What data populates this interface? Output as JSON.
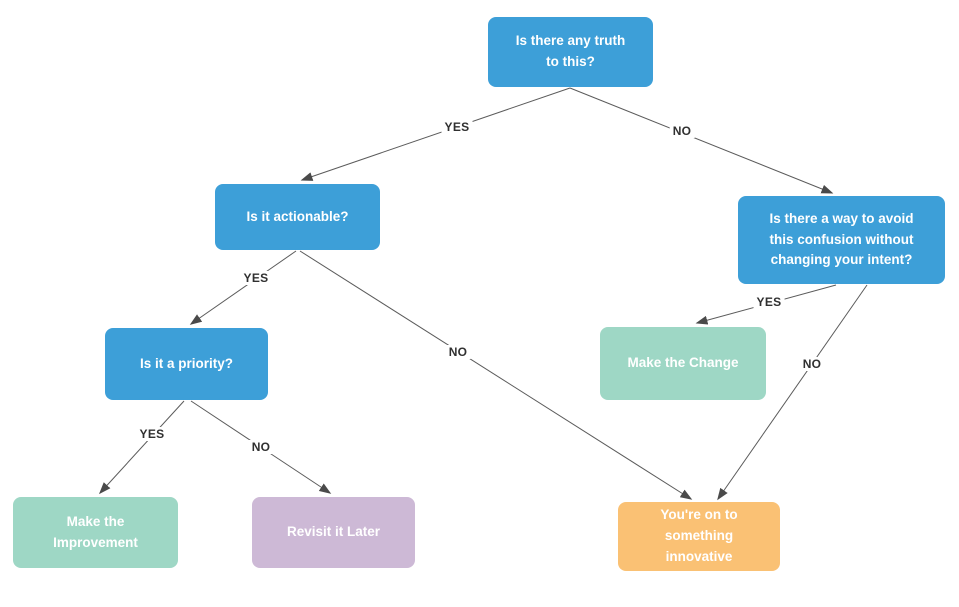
{
  "diagram": {
    "type": "flowchart",
    "background": "#ffffff",
    "colors": {
      "question_node": "#3D9FD8",
      "positive_outcome_node": "#9ED7C5",
      "neutral_outcome_node": "#CDB9D6",
      "highlight_outcome_node": "#FAC174",
      "node_text": "#ffffff",
      "edge_line": "#5b5b5b",
      "edge_arrowhead": "#4a4a4a",
      "edge_label_text": "#303030"
    }
  },
  "nodes": {
    "truth": {
      "label": "Is there any truth\nto this?",
      "color": "#3D9FD8"
    },
    "actionable": {
      "label": "Is it actionable?",
      "color": "#3D9FD8"
    },
    "avoid": {
      "label": "Is there a way to avoid\nthis confusion without\nchanging your intent?",
      "color": "#3D9FD8"
    },
    "priority": {
      "label": "Is it a priority?",
      "color": "#3D9FD8"
    },
    "make_change": {
      "label": "Make the Change",
      "color": "#9ED7C5"
    },
    "make_improvement": {
      "label": "Make the\nImprovement",
      "color": "#9ED7C5"
    },
    "revisit": {
      "label": "Revisit it Later",
      "color": "#CDB9D6"
    },
    "innovative": {
      "label": "You're on to\nsomething\ninnovative",
      "color": "#FAC174"
    }
  },
  "edges": [
    {
      "from": "truth",
      "to": "actionable",
      "label": "YES"
    },
    {
      "from": "truth",
      "to": "avoid",
      "label": "NO"
    },
    {
      "from": "actionable",
      "to": "priority",
      "label": "YES"
    },
    {
      "from": "actionable",
      "to": "innovative",
      "label": "NO"
    },
    {
      "from": "priority",
      "to": "make_improvement",
      "label": "YES"
    },
    {
      "from": "priority",
      "to": "revisit",
      "label": "NO"
    },
    {
      "from": "avoid",
      "to": "make_change",
      "label": "YES"
    },
    {
      "from": "avoid",
      "to": "innovative",
      "label": "NO"
    }
  ]
}
